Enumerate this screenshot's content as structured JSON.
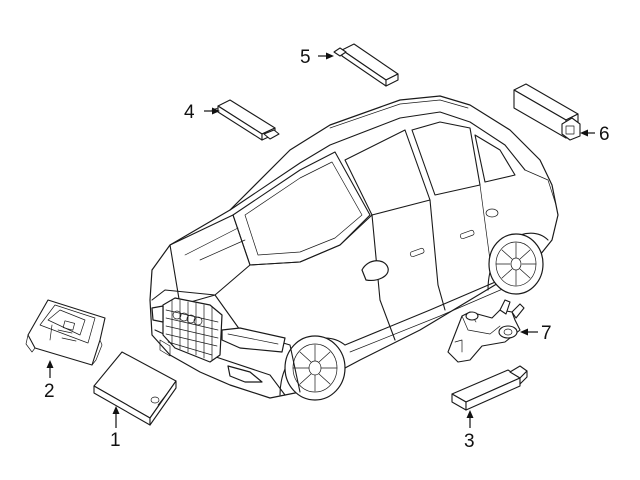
{
  "callouts": [
    {
      "id": "1",
      "text": "1"
    },
    {
      "id": "2",
      "text": "2"
    },
    {
      "id": "3",
      "text": "3"
    },
    {
      "id": "4",
      "text": "4"
    },
    {
      "id": "5",
      "text": "5"
    },
    {
      "id": "6",
      "text": "6"
    },
    {
      "id": "7",
      "text": "7"
    }
  ],
  "colors": {
    "line": "#1a1a1a",
    "background": "#ffffff"
  }
}
